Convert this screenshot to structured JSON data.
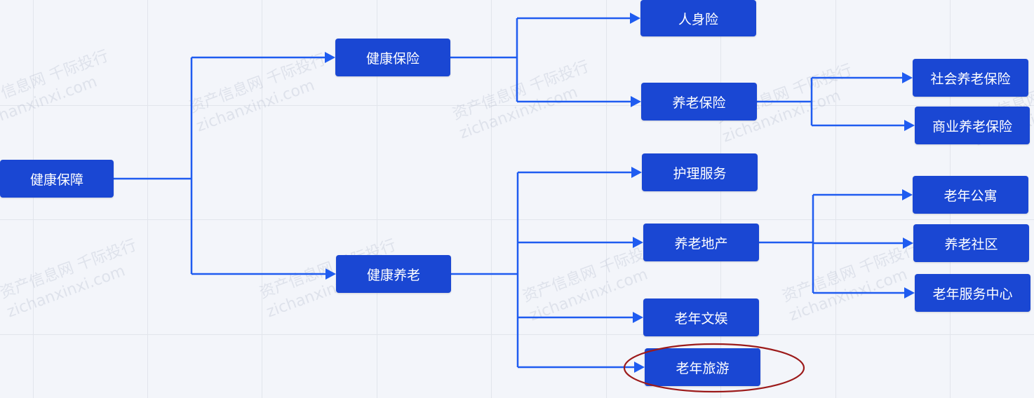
{
  "diagram": {
    "root": {
      "id": "root",
      "label": "健康保障"
    },
    "nodes": [
      {
        "id": "n1",
        "label": "健康保险",
        "parent": "root"
      },
      {
        "id": "n2",
        "label": "健康养老",
        "parent": "root"
      },
      {
        "id": "n11",
        "label": "人身险",
        "parent": "n1"
      },
      {
        "id": "n12",
        "label": "养老保险",
        "parent": "n1"
      },
      {
        "id": "n121",
        "label": "社会养老保险",
        "parent": "n12"
      },
      {
        "id": "n122",
        "label": "商业养老保险",
        "parent": "n12"
      },
      {
        "id": "n21",
        "label": "护理服务",
        "parent": "n2"
      },
      {
        "id": "n22",
        "label": "养老地产",
        "parent": "n2"
      },
      {
        "id": "n221",
        "label": "老年公寓",
        "parent": "n22"
      },
      {
        "id": "n222",
        "label": "养老社区",
        "parent": "n22"
      },
      {
        "id": "n223",
        "label": "老年服务中心",
        "parent": "n22"
      },
      {
        "id": "n23",
        "label": "老年文娱",
        "parent": "n2"
      },
      {
        "id": "n24",
        "label": "老年旅游",
        "parent": "n2",
        "highlighted": true
      }
    ],
    "colors": {
      "node_fill": "#1a47d3",
      "connector": "#1f5cf0",
      "highlight_ellipse": "#9c1a1a",
      "background": "#f3f5fa"
    }
  },
  "watermark": {
    "line1": "资产信息网 千际投行",
    "line2": "zichanxinxi.com"
  }
}
